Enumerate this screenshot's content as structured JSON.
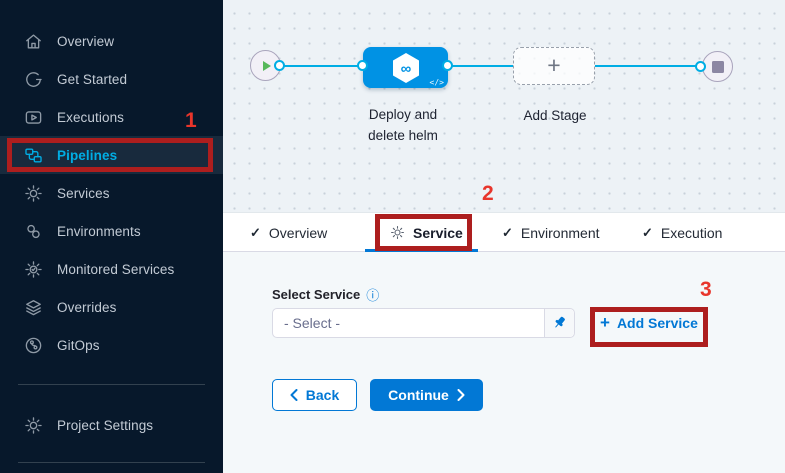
{
  "sidebar": {
    "items": [
      {
        "label": "Overview",
        "icon": "home-icon"
      },
      {
        "label": "Get Started",
        "icon": "get-started-icon"
      },
      {
        "label": "Executions",
        "icon": "executions-icon"
      },
      {
        "label": "Pipelines",
        "icon": "pipelines-icon",
        "active": true
      },
      {
        "label": "Services",
        "icon": "services-icon"
      },
      {
        "label": "Environments",
        "icon": "environments-icon"
      },
      {
        "label": "Monitored Services",
        "icon": "monitored-services-icon"
      },
      {
        "label": "Overrides",
        "icon": "overrides-icon"
      },
      {
        "label": "GitOps",
        "icon": "gitops-icon"
      }
    ],
    "footer": {
      "label": "Project Settings",
      "icon": "settings-gear-icon"
    }
  },
  "pipeline": {
    "stage_name_line1": "Deploy and",
    "stage_name_line2": "delete helm",
    "stage_icon": "cd-hexagon-icon",
    "stage_code_glyph": "</>",
    "add_stage_label": "Add Stage",
    "start_node_icon": "play-icon",
    "end_node_icon": "stop-icon"
  },
  "tabs": [
    {
      "label": "Overview",
      "state": "done"
    },
    {
      "label": "Service",
      "state": "active"
    },
    {
      "label": "Environment",
      "state": "done"
    },
    {
      "label": "Execution",
      "state": "done"
    }
  ],
  "form": {
    "select_service_label": "Select Service",
    "info_glyph": "ⓘ",
    "select_placeholder": "- Select -",
    "pin_icon": "thumbtack-icon",
    "add_service_plus": "+",
    "add_service_label": "Add Service",
    "back_label": "Back",
    "continue_label": "Continue"
  },
  "annotations": {
    "step1": "1",
    "step2": "2",
    "step3": "3"
  },
  "colors": {
    "brand_blue": "#0278d5",
    "stage_blue": "#0092e4",
    "connector_cyan": "#00ade4",
    "sidebar_bg": "#07182b",
    "annotation_box_red": "#ad1e1e",
    "annotation_number_red": "#e8352b"
  }
}
